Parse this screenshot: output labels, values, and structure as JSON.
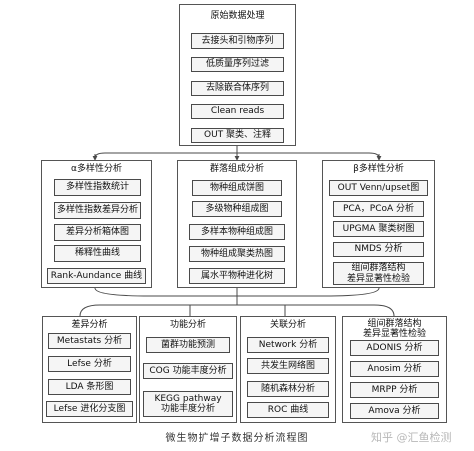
{
  "diagram": {
    "preprocess": {
      "title": "原始数据处理",
      "steps": [
        "去接头和引物序列",
        "低质量序列过滤",
        "去除嵌合体序列",
        "Clean reads",
        "OUT 聚类、注释"
      ]
    },
    "alpha": {
      "title": "α多样性分析",
      "items": [
        "多样性指数统计",
        "多样性指数差异分析",
        "差异分析箱体图",
        "稀释性曲线",
        "Rank-Aundance 曲线"
      ]
    },
    "community": {
      "title": "群落组成分析",
      "items": [
        "物种组成饼图",
        "多级物种组成图",
        "多样本物种组成图",
        "物种组成聚类热图",
        "属水平物种进化树"
      ]
    },
    "beta": {
      "title": "β多样性分析",
      "items": [
        "OUT Venn/upset图",
        "PCA，PCoA 分析",
        "UPGMA 聚类树图",
        "NMDS 分析",
        "组间群落结构\n差异显著性检验"
      ]
    },
    "diff": {
      "title": "差异分析",
      "items": [
        "Metastats 分析",
        "Lefse 分析",
        "LDA 条形图",
        "Lefse 进化分支图"
      ]
    },
    "func": {
      "title": "功能分析",
      "items": [
        "菌群功能预测",
        "COG 功能丰度分析",
        "KEGG pathway\n功能丰度分析"
      ]
    },
    "assoc": {
      "title": "关联分析",
      "items": [
        "Network 分析",
        "共发生网络图",
        "随机森林分析",
        "ROC 曲线"
      ]
    },
    "group": {
      "title": "组间群落结构\n差异显著性检验",
      "items": [
        "ADONIS 分析",
        "Anosim 分析",
        "MRPP 分析",
        "Amova 分析"
      ]
    },
    "caption": "微生物扩增子数据分析流程图",
    "watermark": "知乎 @汇鱼检测"
  },
  "colors": {
    "line": "#4a4a4a",
    "box_fill": "#ffffff",
    "inner_fill": "#f5f5f5"
  }
}
